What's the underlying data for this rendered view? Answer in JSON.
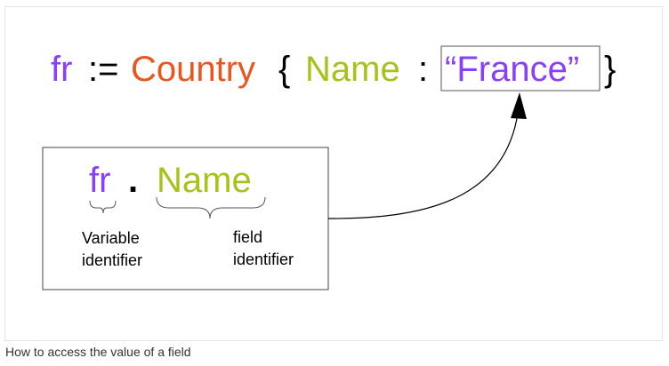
{
  "statement": {
    "variable": "fr",
    "assign_op": ":=",
    "type_name": "Country",
    "open_brace": "{",
    "field_name": "Name",
    "colon": ":",
    "value": "“France”",
    "close_brace": "}"
  },
  "access_expr": {
    "variable": "fr",
    "dot": ".",
    "field": "Name"
  },
  "labels": {
    "variable_line1": "Variable",
    "variable_line2": "identifier",
    "field_line1": "field",
    "field_line2": "identifier"
  },
  "caption": "How to access the value of a field",
  "colors": {
    "variable": "#8a3ffc",
    "type": "#e8571e",
    "field": "#a8c21a",
    "value": "#8a3ffc",
    "text": "#000000"
  }
}
